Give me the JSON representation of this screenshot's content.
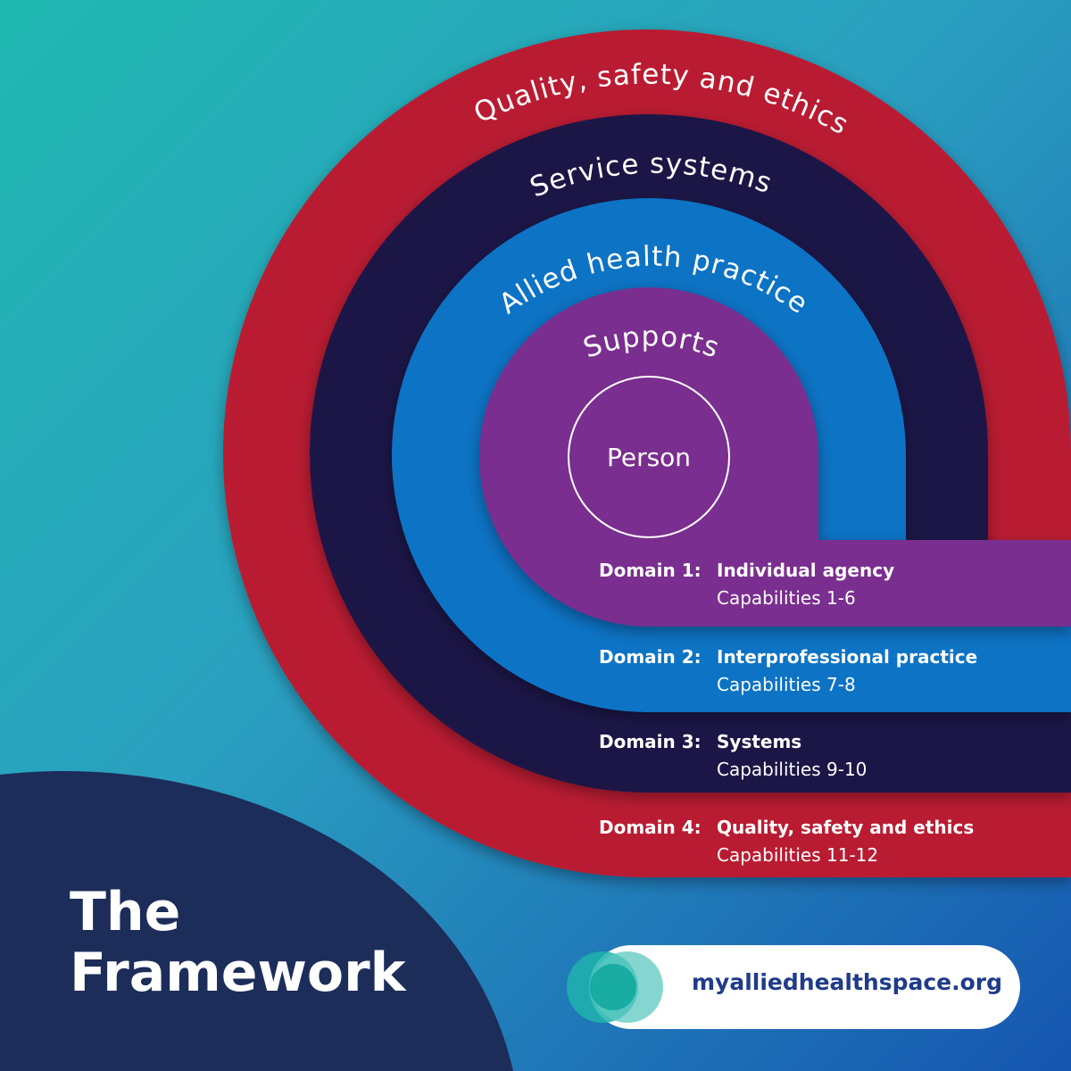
{
  "colors": {
    "background_top": "#22b5b5",
    "background_bottom": "#1a5fb0",
    "ring_quality": "#b91f33",
    "ring_service": "#1b1646",
    "ring_practice": "#0a73c4",
    "ring_supports": "#7a2d8f",
    "title_panel": "#1c2d5a",
    "url_text": "#1f3b8a"
  },
  "rings": {
    "quality": "Quality, safety and ethics",
    "service": "Service systems",
    "practice": "Allied health practice",
    "supports": "Supports",
    "person": "Person"
  },
  "domains": [
    {
      "name": "Domain 1:",
      "title": "Individual agency",
      "caps": "Capabilities 1-6"
    },
    {
      "name": "Domain 2:",
      "title": "Interprofessional practice",
      "caps": "Capabilities 7-8"
    },
    {
      "name": "Domain 3:",
      "title": "Systems",
      "caps": "Capabilities 9-10"
    },
    {
      "name": "Domain 4:",
      "title": "Quality, safety and ethics",
      "caps": "Capabilities 11-12"
    }
  ],
  "title": {
    "line1": "The",
    "line2": "Framework"
  },
  "url": "myalliedhealthspace.org",
  "logo": {
    "icon": "overlapping-circles-logo"
  }
}
